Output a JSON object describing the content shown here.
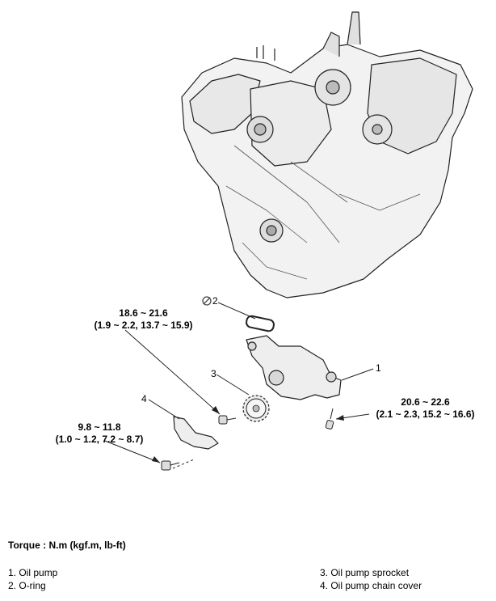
{
  "torque_specs": {
    "t1": {
      "line1": "18.6 ~ 21.6",
      "line2": "(1.9 ~ 2.2, 13.7 ~ 15.9)"
    },
    "t2": {
      "line1": "9.8 ~ 11.8",
      "line2": "(1.0 ~ 1.2, 7.2 ~ 8.7)"
    },
    "t3": {
      "line1": "20.6 ~ 22.6",
      "line2": "(2.1 ~ 2.3, 15.2 ~ 16.6)"
    }
  },
  "callouts": {
    "c1": "1",
    "c2": "2",
    "c3": "3",
    "c4": "4"
  },
  "torque_heading": "Torque : N.m (kgf.m, lb-ft)",
  "legend": {
    "items": [
      "1. Oil pump",
      "2. O-ring",
      "3. Oil pump sprocket",
      "4. Oil pump chain cover"
    ]
  }
}
